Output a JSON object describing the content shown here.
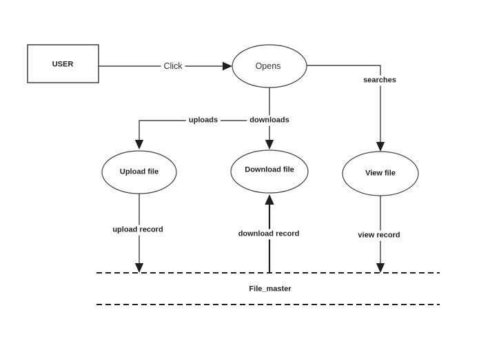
{
  "diagram": {
    "type": "data-flow-diagram",
    "colors": {
      "background": "#ffffff",
      "line": "#1f1f1f",
      "shape_stroke": "#3c3c3c",
      "text": "#1f1f1f"
    },
    "nodes": {
      "user": {
        "label": "USER",
        "shape": "rectangle",
        "role": "external-entity"
      },
      "opens": {
        "label": "Opens",
        "shape": "ellipse",
        "role": "process"
      },
      "upload_file": {
        "label": "Upload file",
        "shape": "ellipse",
        "role": "process"
      },
      "download_file": {
        "label": "Download file",
        "shape": "ellipse",
        "role": "process"
      },
      "view_file": {
        "label": "View file",
        "shape": "ellipse",
        "role": "process"
      }
    },
    "edges": {
      "click": {
        "label": "Click",
        "from": "USER",
        "to": "Opens"
      },
      "searches": {
        "label": "searches",
        "from": "Opens",
        "to": "View file"
      },
      "uploads": {
        "label": "uploads",
        "from": "Opens",
        "to": "Upload file"
      },
      "downloads": {
        "label": "downloads",
        "from": "Opens",
        "to": "Download file"
      },
      "upload_record": {
        "label": "upload record",
        "from": "Upload file",
        "to": "File_master"
      },
      "download_record": {
        "label": "download record",
        "from": "File_master",
        "to": "Download file"
      },
      "view_record": {
        "label": "view record",
        "from": "View file",
        "to": "File_master"
      }
    },
    "datastore": {
      "label": "File_master",
      "shape": "open-ended-dashed"
    }
  }
}
